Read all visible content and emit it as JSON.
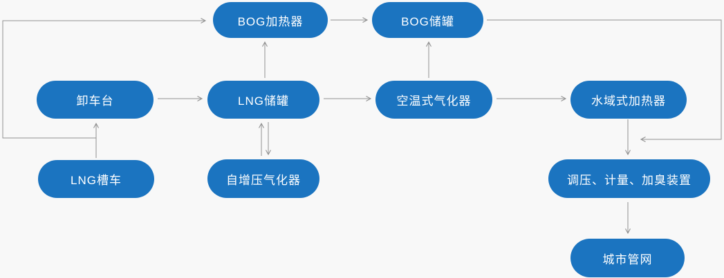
{
  "diagram": {
    "type": "flowchart",
    "nodes": {
      "bog_heater": {
        "label": "BOG加热器"
      },
      "bog_tank": {
        "label": "BOG储罐"
      },
      "unloading_platform": {
        "label": "卸车台"
      },
      "lng_tank": {
        "label": "LNG储罐"
      },
      "ambient_vaporizer": {
        "label": "空温式气化器"
      },
      "water_bath_heater": {
        "label": "水域式加热器"
      },
      "lng_tanker": {
        "label": "LNG槽车"
      },
      "self_pressurizing_vaporizer": {
        "label": "自增压气化器"
      },
      "regulating_metering_odorizing": {
        "label": "调压、计量、加臭装置"
      },
      "city_pipeline": {
        "label": "城市管网"
      }
    },
    "edges": [
      {
        "from": "LNG槽车",
        "to": "卸车台"
      },
      {
        "from": "卸车台",
        "to": "BOG加热器",
        "note": "left return loop"
      },
      {
        "from": "卸车台",
        "to": "LNG储罐"
      },
      {
        "from": "LNG储罐",
        "to": "BOG加热器"
      },
      {
        "from": "BOG加热器",
        "to": "BOG储罐"
      },
      {
        "from": "空温式气化器",
        "to": "BOG储罐"
      },
      {
        "from": "LNG储罐",
        "to": "空温式气化器"
      },
      {
        "from": "空温式气化器",
        "to": "水域式加热器"
      },
      {
        "from": "自增压气化器",
        "to": "LNG储罐"
      },
      {
        "from": "LNG储罐",
        "to": "自增压气化器"
      },
      {
        "from": "BOG储罐",
        "to": "调压、计量、加臭装置",
        "note": "right return loop"
      },
      {
        "from": "水域式加热器",
        "to": "调压、计量、加臭装置"
      },
      {
        "from": "调压、计量、加臭装置",
        "to": "城市管网"
      }
    ],
    "colors": {
      "node_fill": "#1b74c0",
      "node_text": "#ffffff",
      "connector": "#909090",
      "background": "#f8f8f8"
    }
  }
}
